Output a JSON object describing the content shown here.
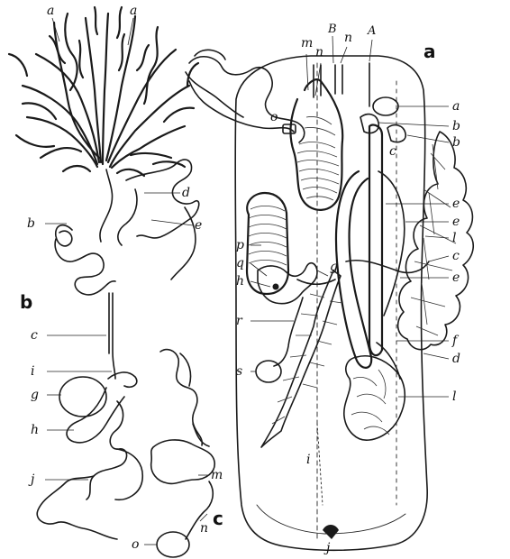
{
  "panels": {
    "a": "a",
    "b": "b",
    "c": "c"
  },
  "labels_b": {
    "a_left": "a",
    "a_right": "a",
    "b": "b",
    "c": "c",
    "d": "d",
    "e": "e",
    "i": "i",
    "g": "g",
    "h": "h",
    "j": "j"
  },
  "labels_c": {
    "m": "m",
    "n": "n",
    "o": "o"
  },
  "labels_a": {
    "m": "m",
    "n_left": "n",
    "B": "B",
    "n_right": "n",
    "A": "A",
    "o": "o",
    "a": "a",
    "b_upper": "b",
    "b_lower": "b",
    "c": "c",
    "e1": "e",
    "e2": "e",
    "l_upper": "l",
    "c_right": "c",
    "e3": "e",
    "p": "p",
    "q": "q",
    "h": "h",
    "g": "g",
    "r": "r",
    "f": "f",
    "d": "d",
    "s": "s",
    "l_lower": "l",
    "i": "i",
    "j": "j"
  }
}
